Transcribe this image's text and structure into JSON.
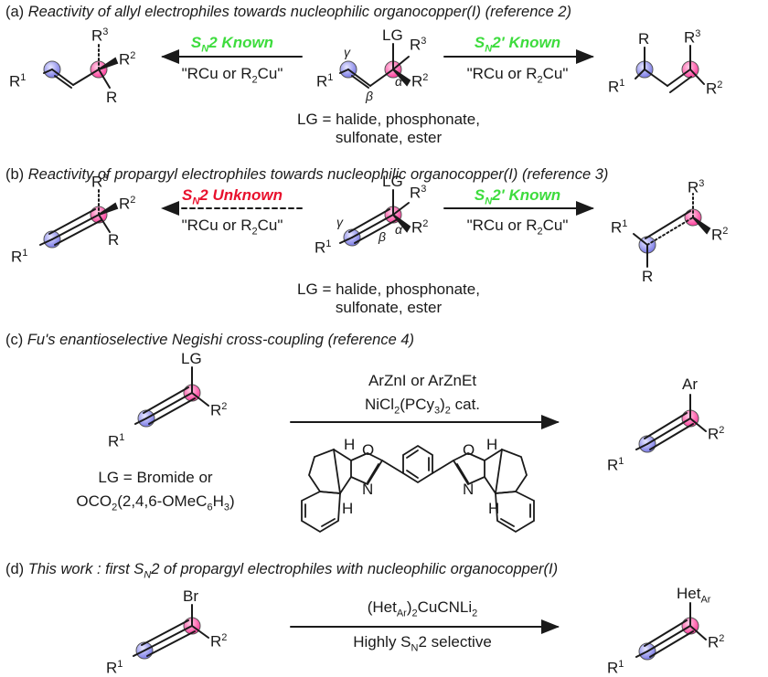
{
  "sections": {
    "a": {
      "label": "(a)",
      "title": "Reactivity of allyl electrophiles towards nucleophilic organocopper(I) (reference 2)",
      "left_mech": "SN2",
      "left_mech_sub": "",
      "left_status": "Known",
      "right_mech": "SN2'",
      "right_status": "Known",
      "reagent": "\"RCu or R2Cu\"",
      "lg": "LG = halide, phosphonate,",
      "lg2": "sulfonate, ester"
    },
    "b": {
      "label": "(b)",
      "title": "Reactivity of propargyl electrophiles towards nucleophilic organocopper(I) (reference 3)",
      "left_mech": "SN2",
      "left_status": "Unknown",
      "right_mech": "SN2'",
      "right_status": "Known",
      "reagent": "\"RCu or R2Cu\"",
      "lg": "LG = halide, phosphonate,",
      "lg2": "sulfonate, ester"
    },
    "c": {
      "label": "(c)",
      "title": "Fu's enantioselective Negishi cross-coupling (reference 4)",
      "reagent1": "ArZnI or ArZnEt",
      "reagent2": "NiCl2(PCy3)2 cat.",
      "lg": "LG = Bromide or",
      "lg2": "OCO2(2,4,6-OMeC6H3)"
    },
    "d": {
      "label": "(d)",
      "title": "This work : first SN2 of propargyl electrophiles with nucleophilic organocopper(I)",
      "reagent1": "(HetAr)2CuCNLi2",
      "reagent2": "Highly SN2 selective"
    }
  },
  "atoms": {
    "R": "R",
    "R1": "R",
    "R2": "R",
    "R3": "R",
    "LG": "LG",
    "Br": "Br",
    "Ar": "Ar",
    "Het": "Het",
    "N": "N",
    "O": "O",
    "H": "H",
    "sup1": "1",
    "sup2": "2",
    "sup3": "3",
    "subAr": "Ar",
    "gamma": "γ",
    "beta": "β",
    "alpha": "α"
  },
  "colors": {
    "known": "#3ddc3d",
    "unknown": "#e8112d",
    "pink": "#ff4fa3",
    "blue": "#8888ee"
  }
}
